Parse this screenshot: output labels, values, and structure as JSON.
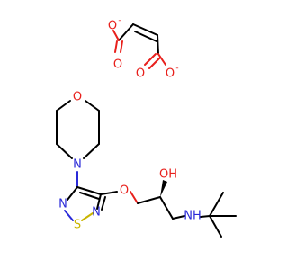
{
  "structure": {
    "colors": {
      "carbon": "#000000",
      "oxygen": "#e8201c",
      "nitrogen": "#2a2ad8",
      "sulfur": "#c9b500"
    },
    "labels": {
      "o_carboxylate_a": "O",
      "o_carboxylate_a_charge": "-",
      "o_carbonyl_a": "O",
      "o_carbonyl_b": "O",
      "o_carboxylate_b": "O",
      "o_carboxylate_b_charge": "-",
      "o_morpholine": "O",
      "n_morpholine": "N",
      "n_thiadiazole_upper": "N",
      "s_thiadiazole": "S",
      "n_thiadiazole_lower": "N",
      "o_ether": "O",
      "hydroxyl": "OH",
      "amine": "NH"
    }
  }
}
